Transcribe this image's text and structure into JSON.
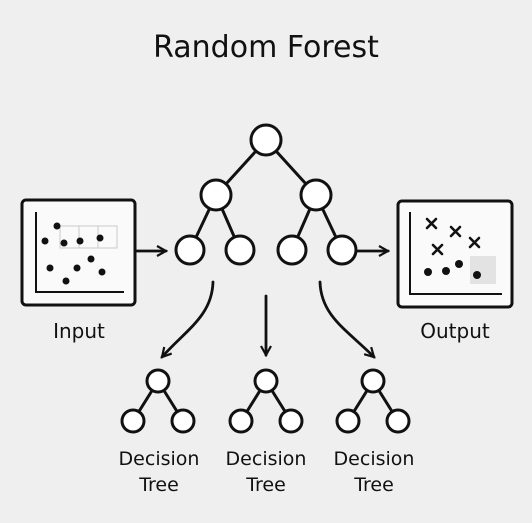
{
  "title": "Random Forest",
  "input_label": "Input",
  "output_label": "Output",
  "trees": [
    {
      "line1": "Decision",
      "line2": "Tree"
    },
    {
      "line1": "Decision",
      "line2": "Tree"
    },
    {
      "line1": "Decision",
      "line2": "Tree"
    }
  ],
  "icons": {
    "input": "scatter-plot-icon",
    "output": "classified-scatter-plot-icon",
    "main": "tree-diagram-icon"
  },
  "colors": {
    "background": "#efefef",
    "ink": "#111111"
  }
}
